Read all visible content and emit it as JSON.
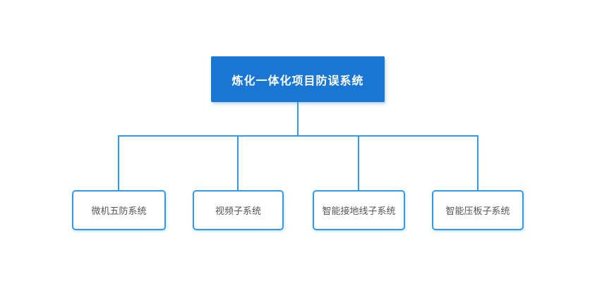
{
  "diagram": {
    "root": {
      "label": "炼化一体化项目防误系统"
    },
    "children": [
      {
        "label": "微机五防系统"
      },
      {
        "label": "视频子系统"
      },
      {
        "label": "智能接地线子系统"
      },
      {
        "label": "智能压板子系统"
      }
    ],
    "colors": {
      "background": "#FFFFFF",
      "root_fill": "#1976D2",
      "root_text": "#FFFFFF",
      "line": "#2E9AF0",
      "child_border": "#2E9AF0",
      "child_text": "#555555"
    }
  }
}
